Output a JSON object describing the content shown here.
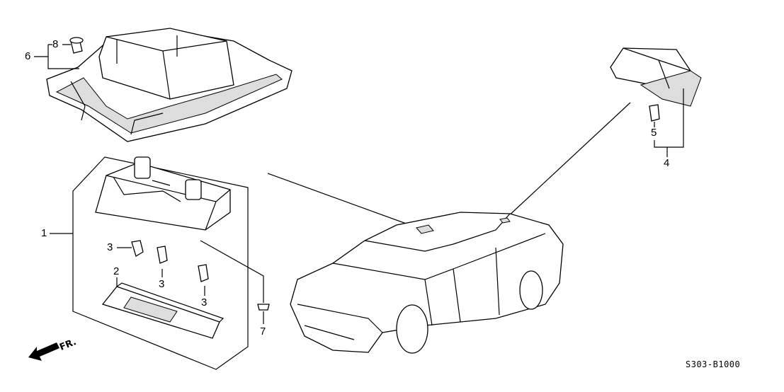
{
  "diagram": {
    "callouts": {
      "c8": "8",
      "c6": "6",
      "c1": "1",
      "c3a": "3",
      "c2": "2",
      "c3b": "3",
      "c3c": "3",
      "c7": "7",
      "c5": "5",
      "c4": "4"
    },
    "front_label": "FR.",
    "diagram_code": "S303-B1000"
  }
}
